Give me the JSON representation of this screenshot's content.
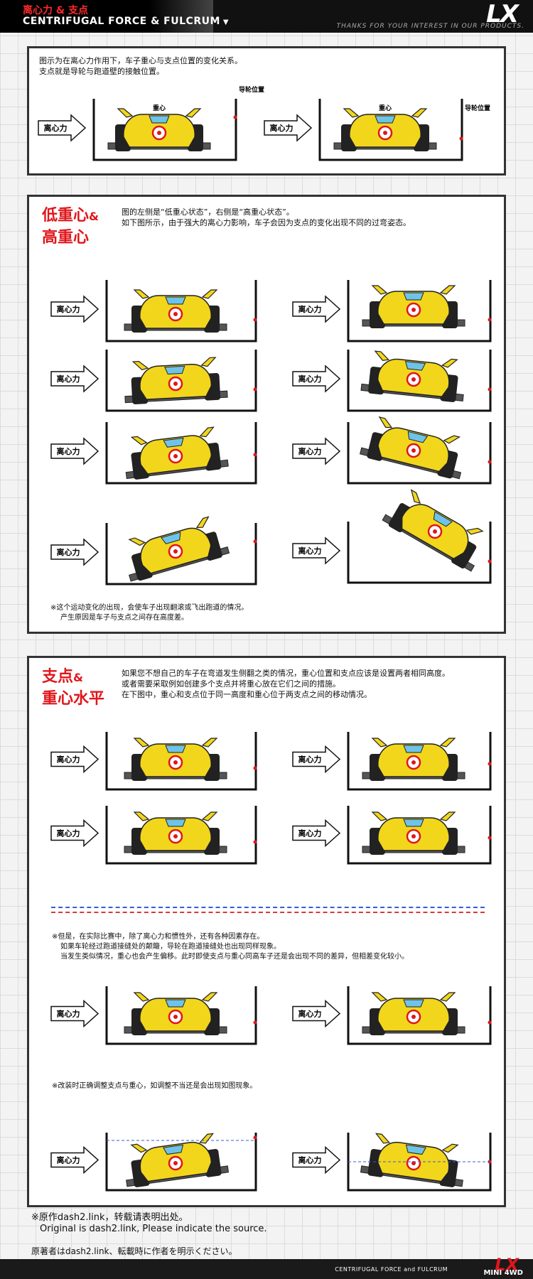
{
  "header": {
    "title_cn": "离心力 & 支点",
    "title_en": "CENTRIFUGAL FORCE & FULCRUM",
    "thanks": "THANKS FOR YOUR INTEREST IN OUR PRODUCTS.",
    "logo": "LX"
  },
  "labels": {
    "force": "离心力",
    "cog": "重心",
    "roller": "导轮位置"
  },
  "section1": {
    "line1": "图示为在离心力作用下，车子重心与支点位置的变化关系。",
    "line2": "支点就是导轮与跑道壁的接触位置。"
  },
  "section2": {
    "title_a": "低重心",
    "amp": "&",
    "title_b": "高重心",
    "line1": "图的左侧是“低重心状态”，右侧是“高重心状态”。",
    "line2": "如下图所示，由于强大的离心力影响，车子会因为支点的变化出现不同的过弯姿态。",
    "note1": "※这个运动变化的出现，会使车子出现翻滚或飞出跑道的情况。",
    "note2": "产生原因是车子与支点之间存在高度差。"
  },
  "section3": {
    "title_a": "支点",
    "amp": "&",
    "title_b": "重心水平",
    "line1": "如果您不想自己的车子在弯道发生侧翻之类的情况，重心位置和支点应该是设置两者相同高度。",
    "line2": "或者需要采取例如创建多个支点并将重心放在它们之间的措施。",
    "line3": "在下图中，重心和支点位于同一高度和重心位于两支点之间的移动情况。",
    "note1": "※但是，在实际比赛中，除了离心力和惯性外，还有各种因素存在。",
    "note2": "如果车轮经过跑道接缝处的颠簸，导轮在跑道接缝处也出现同样现象。",
    "note3": "当发生类似情况，重心也会产生偏移。此时即使支点与重心同高车子还是会出现不同的差异，但相差变化较小。",
    "note4": "※改装时正确调整支点与重心，如调整不当还是会出现如图现象。"
  },
  "footer": {
    "line1": "※原作dash2.link，转载请表明出处。",
    "line2": "Original is dash2.link, Please indicate the source.",
    "line3": "原著者はdash2.link、転載時に作者を明示ください。",
    "bar_caption": "CENTRIFUGAL FORCE and FULCRUM",
    "brand": "LX",
    "brand_sub": "MINI 4WD"
  },
  "colors": {
    "car_yellow": "#f2d61c",
    "accent_red": "#e0161b",
    "header_bg": "#111111"
  }
}
